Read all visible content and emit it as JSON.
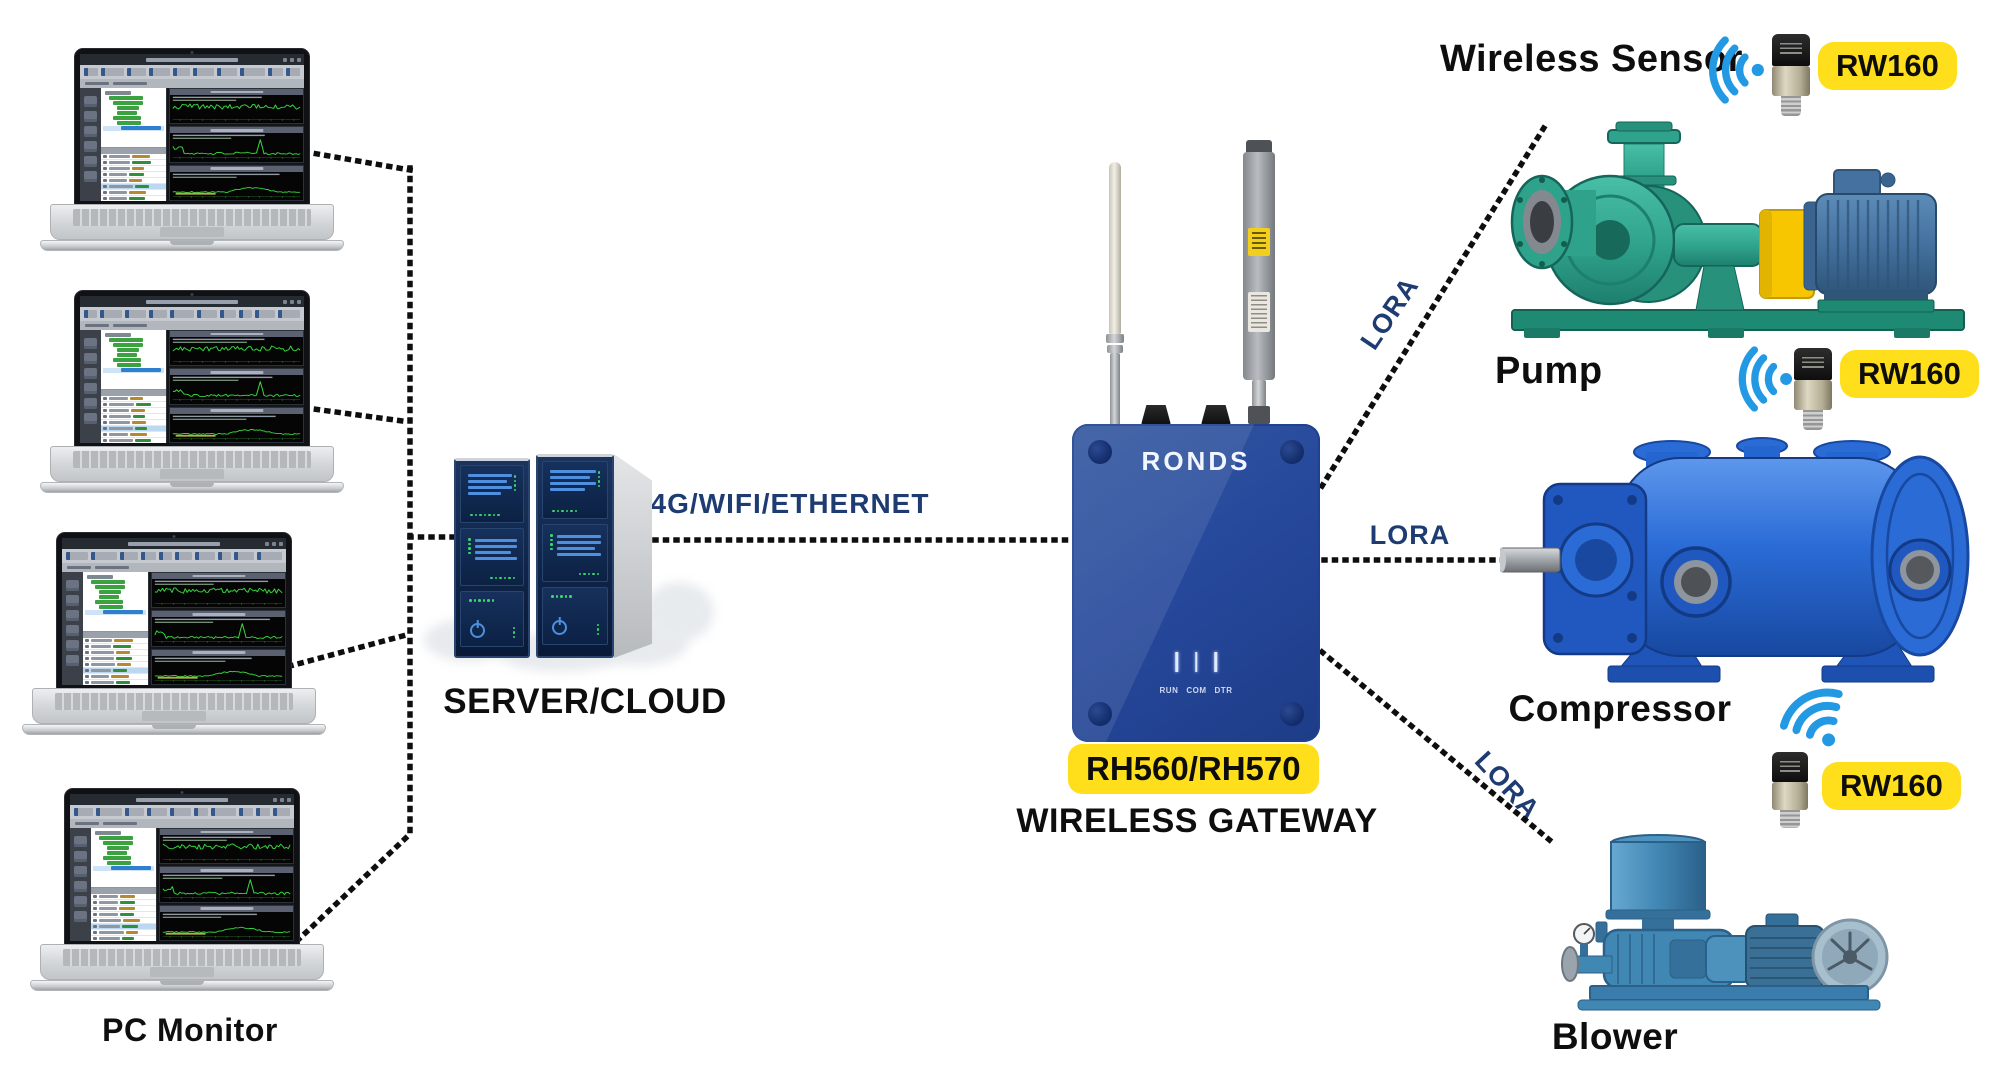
{
  "colors": {
    "navy": "#1e3c72",
    "badge-yellow": "#ffdf1c",
    "wifi-blue": "#2499e3",
    "gateway-blue": "#27499c",
    "trace-green": "#35d43a"
  },
  "left": {
    "label": "PC Monitor",
    "laptop_count": 4
  },
  "server": {
    "label": "SERVER/CLOUD"
  },
  "links": {
    "backhaul": "4G/WIFI/ETHERNET",
    "lora": "LORA"
  },
  "gateway": {
    "brand": "RONDS",
    "model_badge": "RH560/RH570",
    "label": "WIRELESS GATEWAY",
    "leds": [
      "RUN",
      "COM",
      "DTR"
    ]
  },
  "sensors": {
    "heading": "Wireless Sensor",
    "model": "RW160"
  },
  "machines": [
    {
      "name": "Pump"
    },
    {
      "name": "Compressor"
    },
    {
      "name": "Blower"
    }
  ]
}
